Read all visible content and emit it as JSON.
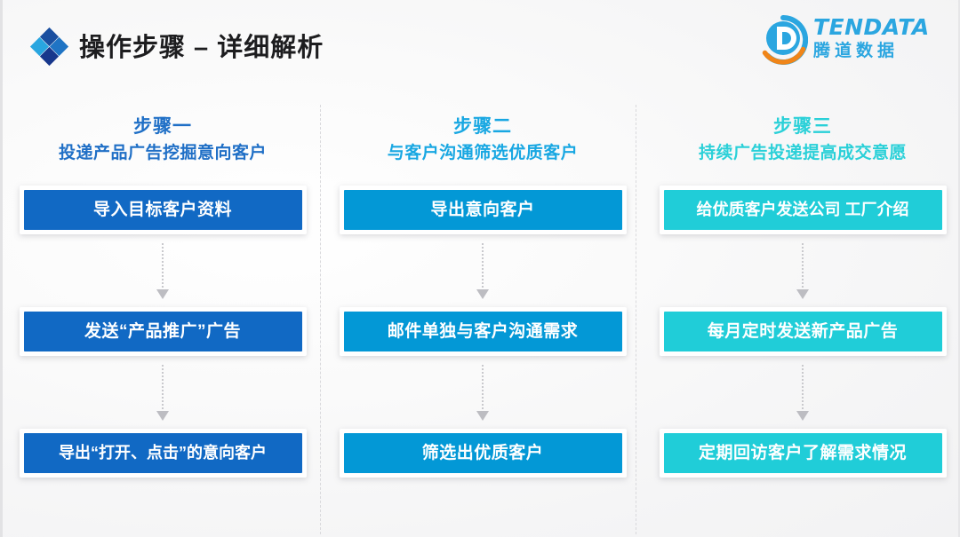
{
  "header": {
    "title": "操作步骤 – 详细解析",
    "icon": "diamond-cluster-icon",
    "accent_color": "#1f6fc6"
  },
  "logo": {
    "name_en": "TENDATA",
    "name_cn": "腾道数据",
    "mark": "tendata-d-circle-logo",
    "color": "#2ba6e0",
    "accent_color": "#f08519"
  },
  "columns": [
    {
      "step_label": "步骤一",
      "subtitle": "投递产品广告挖掘意向客户",
      "color": "#1f6fc6",
      "box_color": "#1169c4",
      "boxes": [
        "导入目标客户资料",
        "发送“产品推广”广告",
        "导出“打开、点击”的意向客户"
      ]
    },
    {
      "step_label": "步骤二",
      "subtitle": "与客户沟通筛选优质客户",
      "color": "#18a7e2",
      "box_color": "#0398d6",
      "boxes": [
        "导出意向客户",
        "邮件单独与客户沟通需求",
        "筛选出优质客户"
      ]
    },
    {
      "step_label": "步骤三",
      "subtitle": "持续广告投递提高成交意愿",
      "color": "#2ad0d8",
      "box_color": "#20cdd8",
      "boxes": [
        "给优质客户发送公司 工厂介绍",
        "每月定时发送新产品广告",
        "定期回访客户了解需求情况"
      ]
    }
  ],
  "connectors": {
    "style": "dotted-down-arrow",
    "color": "#c9c9cd"
  },
  "background_color": "#f7f7f8"
}
